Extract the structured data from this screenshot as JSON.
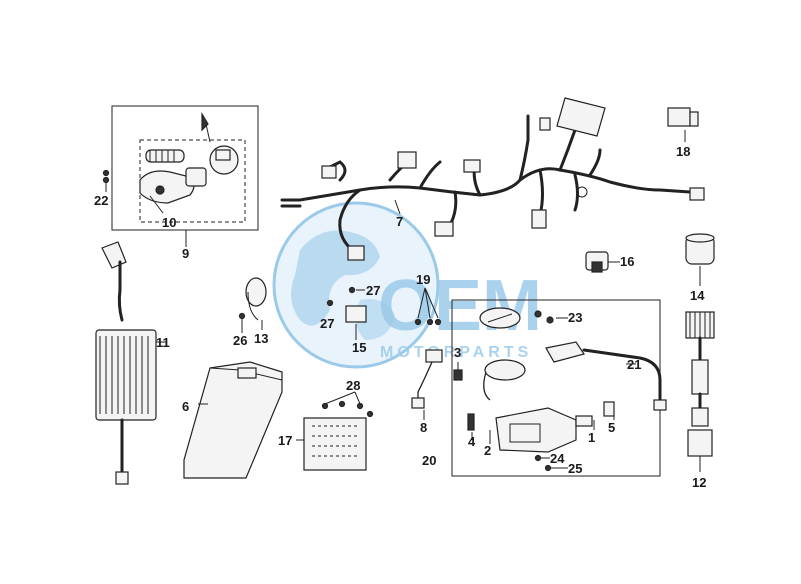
{
  "watermark": {
    "brand": "OEM",
    "sub": "MOTORPARTS"
  },
  "callouts": [
    {
      "id": "c1",
      "text": "1"
    },
    {
      "id": "c2",
      "text": "2"
    },
    {
      "id": "c3",
      "text": "3"
    },
    {
      "id": "c4",
      "text": "4"
    },
    {
      "id": "c5",
      "text": "5"
    },
    {
      "id": "c6",
      "text": "6"
    },
    {
      "id": "c7",
      "text": "7"
    },
    {
      "id": "c8",
      "text": "8"
    },
    {
      "id": "c9",
      "text": "9"
    },
    {
      "id": "c10",
      "text": "10"
    },
    {
      "id": "c11",
      "text": "11"
    },
    {
      "id": "c12",
      "text": "12"
    },
    {
      "id": "c13",
      "text": "13"
    },
    {
      "id": "c14",
      "text": "14"
    },
    {
      "id": "c15",
      "text": "15"
    },
    {
      "id": "c16",
      "text": "16"
    },
    {
      "id": "c17",
      "text": "17"
    },
    {
      "id": "c18",
      "text": "18"
    },
    {
      "id": "c19",
      "text": "19"
    },
    {
      "id": "c20",
      "text": "20"
    },
    {
      "id": "c21",
      "text": "21"
    },
    {
      "id": "c22",
      "text": "22"
    },
    {
      "id": "c23",
      "text": "23"
    },
    {
      "id": "c24",
      "text": "24"
    },
    {
      "id": "c25",
      "text": "25"
    },
    {
      "id": "c26",
      "text": "26"
    },
    {
      "id": "c27a",
      "text": "27"
    },
    {
      "id": "c27b",
      "text": "27"
    },
    {
      "id": "c28",
      "text": "28"
    }
  ],
  "colors": {
    "line": "#222222",
    "watermark": "#4a9fd8",
    "watermark_light": "#cfe6f6"
  }
}
